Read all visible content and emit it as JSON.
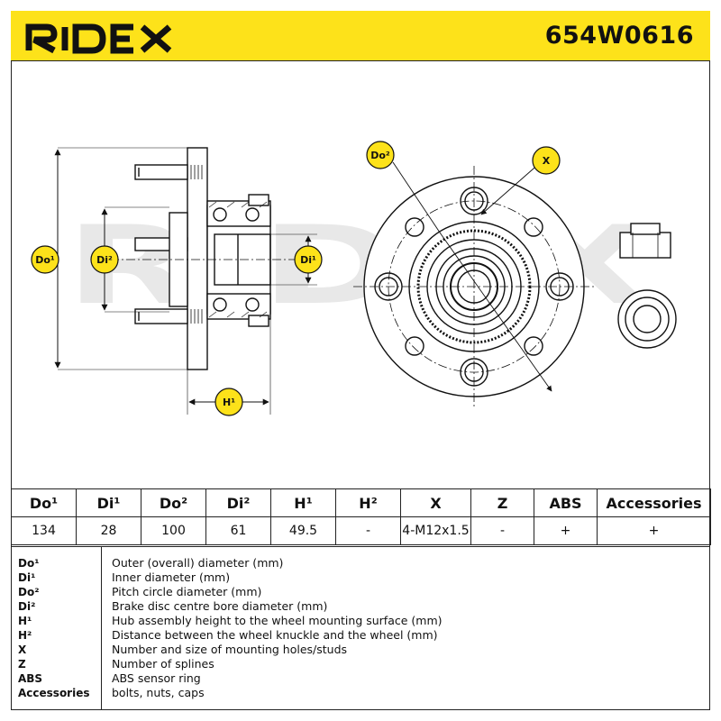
{
  "header": {
    "brand_logo": "RIDEX",
    "part_number": "654W0616"
  },
  "drawing": {
    "watermark": "RIDEX",
    "labels": {
      "do1": "Do¹",
      "di2": "Di²",
      "di1": "Di¹",
      "h1": "H¹",
      "do2": "Do²",
      "x": "X"
    }
  },
  "spec_table": {
    "headers": [
      "Do¹",
      "Di¹",
      "Do²",
      "Di²",
      "H¹",
      "H²",
      "X",
      "Z",
      "ABS",
      "Accessories"
    ],
    "values": [
      "134",
      "28",
      "100",
      "61",
      "49.5",
      "-",
      "4-M12x1.5",
      "-",
      "+",
      "+"
    ]
  },
  "legend": [
    {
      "code": "Do¹",
      "description": "Outer (overall) diameter (mm)"
    },
    {
      "code": "Di¹",
      "description": "Inner diameter (mm)"
    },
    {
      "code": "Do²",
      "description": "Pitch circle diameter (mm)"
    },
    {
      "code": "Di²",
      "description": "Brake disc centre bore diameter (mm)"
    },
    {
      "code": "H¹",
      "description": "Hub assembly height to the wheel mounting surface (mm)"
    },
    {
      "code": "H²",
      "description": "Distance between the wheel knuckle and the wheel (mm)"
    },
    {
      "code": "X",
      "description": "Number and size of mounting holes/studs"
    },
    {
      "code": "Z",
      "description": "Number of splines"
    },
    {
      "code": "ABS",
      "description": "ABS sensor ring"
    },
    {
      "code": "Accessories",
      "description": "bolts, nuts, caps"
    }
  ],
  "colors": {
    "header_bg": "#fde21a",
    "label_bubble": "#fde21a",
    "line": "#111111",
    "watermark": "#e6e6e6"
  }
}
